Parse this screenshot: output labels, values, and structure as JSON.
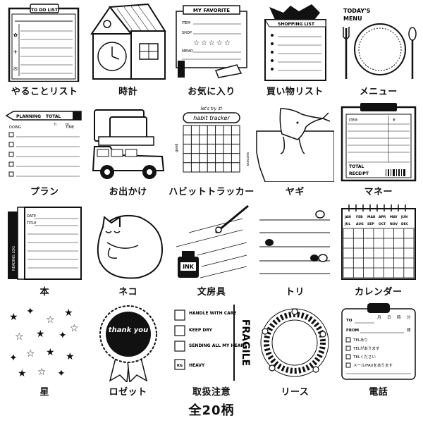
{
  "items": [
    {
      "label": "やることリスト",
      "icon": "todo-clipboard",
      "art": [
        "TO DO LIST"
      ]
    },
    {
      "label": "時計",
      "icon": "clock-house",
      "art": []
    },
    {
      "label": "お気に入り",
      "icon": "favorite-card",
      "art": [
        "MY FAVORITE",
        "ITEM",
        "SHOP",
        "MEMO"
      ]
    },
    {
      "label": "買い物リスト",
      "icon": "shopping-bag",
      "art": [
        "SHOPPING LIST"
      ]
    },
    {
      "label": "メニュー",
      "icon": "plate-cutlery",
      "art": [
        "TODAY'S",
        "MENU"
      ]
    },
    {
      "label": "プラン",
      "icon": "pencil-planner",
      "art": [
        "PLANNING",
        "TOTAL",
        "DOING",
        "TIME",
        "h",
        "m"
      ]
    },
    {
      "label": "お出かけ",
      "icon": "car-luggage",
      "art": []
    },
    {
      "label": "ハビットトラッカー",
      "icon": "habit-calendar",
      "art": [
        "let's try it!",
        "habit tracker",
        "good",
        "success"
      ]
    },
    {
      "label": "ヤギ",
      "icon": "goat",
      "art": []
    },
    {
      "label": "マネー",
      "icon": "receipt-clipboard",
      "art": [
        "ITEM",
        "¥",
        "TOTAL",
        "RECEIPT"
      ]
    },
    {
      "label": "本",
      "icon": "books",
      "art": [
        "DATE",
        "TITLE",
        "READING LOG"
      ]
    },
    {
      "label": "ネコ",
      "icon": "sleeping-cat",
      "art": []
    },
    {
      "label": "文房具",
      "icon": "ink-pen",
      "art": [
        "INK"
      ]
    },
    {
      "label": "トリ",
      "icon": "birds-lines",
      "art": []
    },
    {
      "label": "カレンダー",
      "icon": "spiral-calendar",
      "art": [
        "JAN",
        "FEB",
        "MAR",
        "APR",
        "MAY",
        "JUN",
        "JUL",
        "AUG",
        "SEP",
        "OCT",
        "NOV",
        "DEC"
      ]
    },
    {
      "label": "星",
      "icon": "stars",
      "art": []
    },
    {
      "label": "ロゼット",
      "icon": "rosette",
      "art": [
        "thank you"
      ]
    },
    {
      "label": "取扱注意",
      "icon": "fragile-labels",
      "art": [
        "HANDLE WITH CARE",
        "KEEP DRY",
        "SENDING ALL MY HEART",
        "HEAVY",
        "FRAGILE",
        "KG"
      ]
    },
    {
      "label": "リース",
      "icon": "wreath",
      "art": []
    },
    {
      "label": "電話",
      "icon": "phone-memo",
      "art": [
        "TO",
        "FROM",
        "月",
        "日",
        "時",
        "分",
        "様",
        "TELあり",
        "TELがあります",
        "TELください",
        "メール/FAXをあります"
      ]
    }
  ],
  "total_label": "全20柄"
}
